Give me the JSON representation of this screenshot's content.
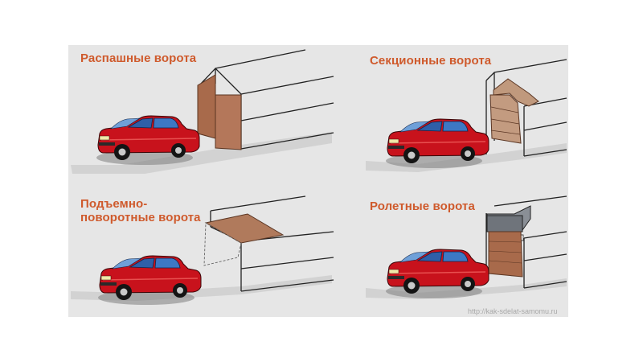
{
  "panels": {
    "swing": {
      "title": "Распашные ворота"
    },
    "sectional": {
      "title": "Секционные ворота"
    },
    "tilt": {
      "title_line1": "Подъемно-",
      "title_line2": "поворотные ворота"
    },
    "roller": {
      "title": "Ролетные ворота"
    }
  },
  "watermark": "http://kak-sdelat-samomu.ru",
  "colors": {
    "background": "#e6e6e6",
    "title": "#cf5a2c",
    "car_body": "#c8121c",
    "car_window": "#2f5fa8",
    "gate_wood": "#a86a4b",
    "roller_box": "#8a8f96",
    "outline": "#222222"
  }
}
